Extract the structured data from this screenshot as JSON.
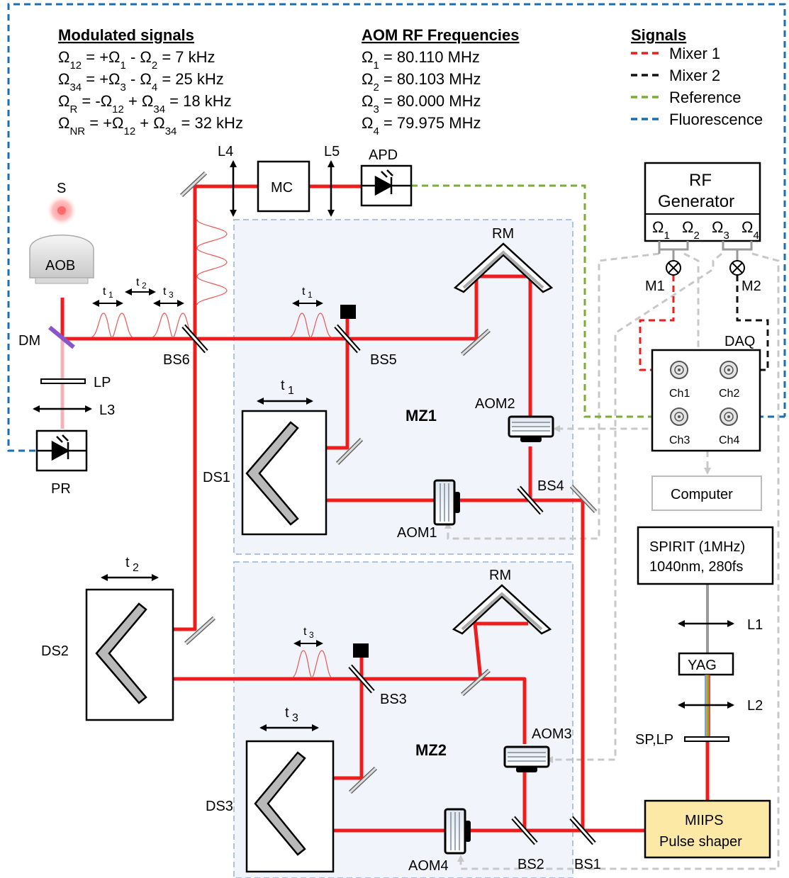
{
  "modulated": {
    "heading": "Modulated signals",
    "rows": [
      {
        "lhs": "Ω",
        "lhs_sub": "12",
        "rhs": "= +Ω",
        "s1": "1",
        "op": " - Ω",
        "s2": "2",
        "tail": " =    7 kHz"
      },
      {
        "lhs": "Ω",
        "lhs_sub": "34",
        "rhs": "= +Ω",
        "s1": "3",
        "op": " - Ω",
        "s2": "4",
        "tail": " =  25 kHz"
      },
      {
        "lhs": "Ω",
        "lhs_sub": "R",
        "rhs": "=  -Ω",
        "s1": "12",
        "op": " + Ω",
        "s2": "34",
        "tail": " =  18 kHz"
      },
      {
        "lhs": "Ω",
        "lhs_sub": "NR",
        "rhs": "= +Ω",
        "s1": "12",
        "op": " + Ω",
        "s2": "34",
        "tail": " =  32 kHz"
      }
    ]
  },
  "aom": {
    "heading": "AOM RF Frequencies",
    "rows": [
      {
        "sym": "Ω",
        "sub": "1",
        "value": " = 80.110 MHz"
      },
      {
        "sym": "Ω",
        "sub": "2",
        "value": " = 80.103 MHz"
      },
      {
        "sym": "Ω",
        "sub": "3",
        "value": " = 80.000 MHz"
      },
      {
        "sym": "Ω",
        "sub": "4",
        "value": " = 79.975 MHz"
      }
    ]
  },
  "legend": {
    "heading": "Signals",
    "items": [
      {
        "label": "Mixer 1",
        "color": "#ee1c1c"
      },
      {
        "label": "Mixer 2",
        "color": "#111111"
      },
      {
        "label": "Reference",
        "color": "#7aac36"
      },
      {
        "label": "Fluorescence",
        "color": "#1b6fb0"
      }
    ]
  },
  "colors": {
    "beam": "#ee1c1c",
    "mz_box": "#aec3e0",
    "mz_fill": "#f1f5fb",
    "shaper_fill": "#fce9a6",
    "grey_signal": "#c8c8c8"
  },
  "components": {
    "S": "S",
    "AOB": "AOB",
    "DM": "DM",
    "LP": "LP",
    "L3": "L3",
    "PR": "PR",
    "L4": "L4",
    "MC": "MC",
    "L5": "L5",
    "APD": "APD",
    "BS6": "BS6",
    "BS5": "BS5",
    "BS4": "BS4",
    "BS3": "BS3",
    "BS2": "BS2",
    "BS1": "BS1",
    "RM1": "RM",
    "RM2": "RM",
    "MZ1": "MZ1",
    "MZ2": "MZ2",
    "AOM1": "AOM1",
    "AOM2": "AOM2",
    "AOM3": "AOM3",
    "AOM4": "AOM4",
    "DS1": "DS1",
    "DS2": "DS2",
    "DS3": "DS3",
    "t1": "t",
    "t2": "t",
    "t3": "t",
    "M1": "M1",
    "M2": "M2",
    "DAQ": "DAQ",
    "Ch1": "Ch1",
    "Ch2": "Ch2",
    "Ch3": "Ch3",
    "Ch4": "Ch4",
    "computer": "Computer",
    "rf_line1": "RF",
    "rf_line2": "Generator",
    "spirit_line1": "SPIRIT (1MHz)",
    "spirit_line2": "1040nm, 280fs",
    "L1": "L1",
    "YAG": "YAG",
    "L2": "L2",
    "SPLP": "SP,LP",
    "miips_line1": "MIIPS",
    "miips_line2": "Pulse shaper"
  },
  "rf_ports": [
    {
      "sym": "Ω",
      "sub": "1"
    },
    {
      "sym": "Ω",
      "sub": "2"
    },
    {
      "sym": "Ω",
      "sub": "3"
    },
    {
      "sym": "Ω",
      "sub": "4"
    }
  ]
}
